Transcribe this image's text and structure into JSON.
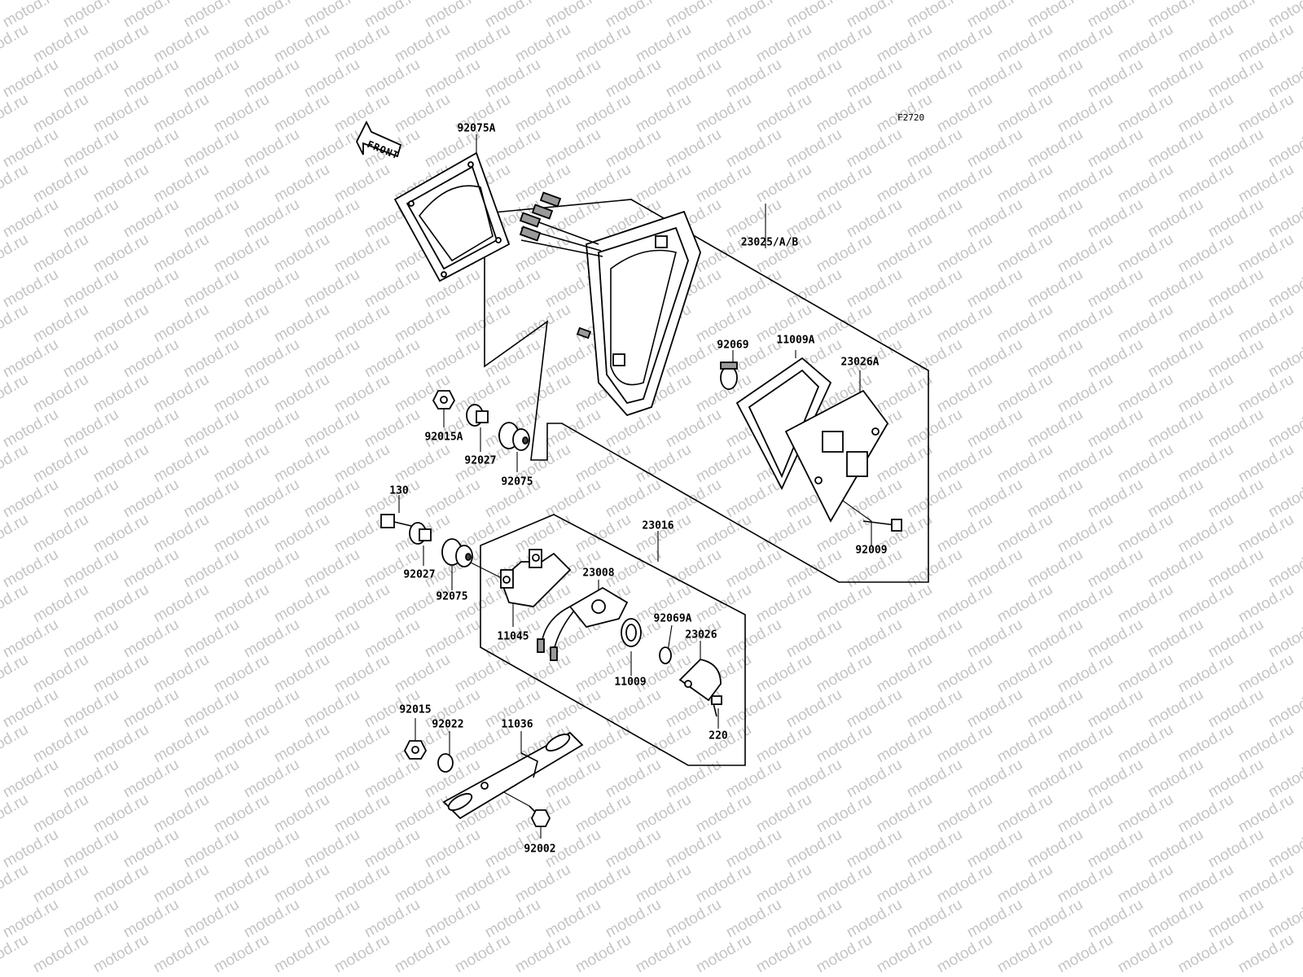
{
  "watermark_text": "motod.ru",
  "figure_code": "F2720",
  "front_arrow_label": "FRONT",
  "parts": {
    "p92075A": "92075A",
    "p23025": "23025/A/B",
    "p92069": "92069",
    "p11009A": "11009A",
    "p23026A": "23026A",
    "p92015A": "92015A",
    "p92027_upper": "92027",
    "p92075_upper": "92075",
    "p130": "130",
    "p92009": "92009",
    "p23016": "23016",
    "p92027_lower": "92027",
    "p92075_lower": "92075",
    "p23008": "23008",
    "p11045": "11045",
    "p92069A": "92069A",
    "p23026": "23026",
    "p11009": "11009",
    "p220": "220",
    "p92015": "92015",
    "p92022": "92022",
    "p11036": "11036",
    "p92002": "92002"
  },
  "colors": {
    "line": "#000000",
    "watermark": "#c4c4c4",
    "background": "#ffffff"
  }
}
